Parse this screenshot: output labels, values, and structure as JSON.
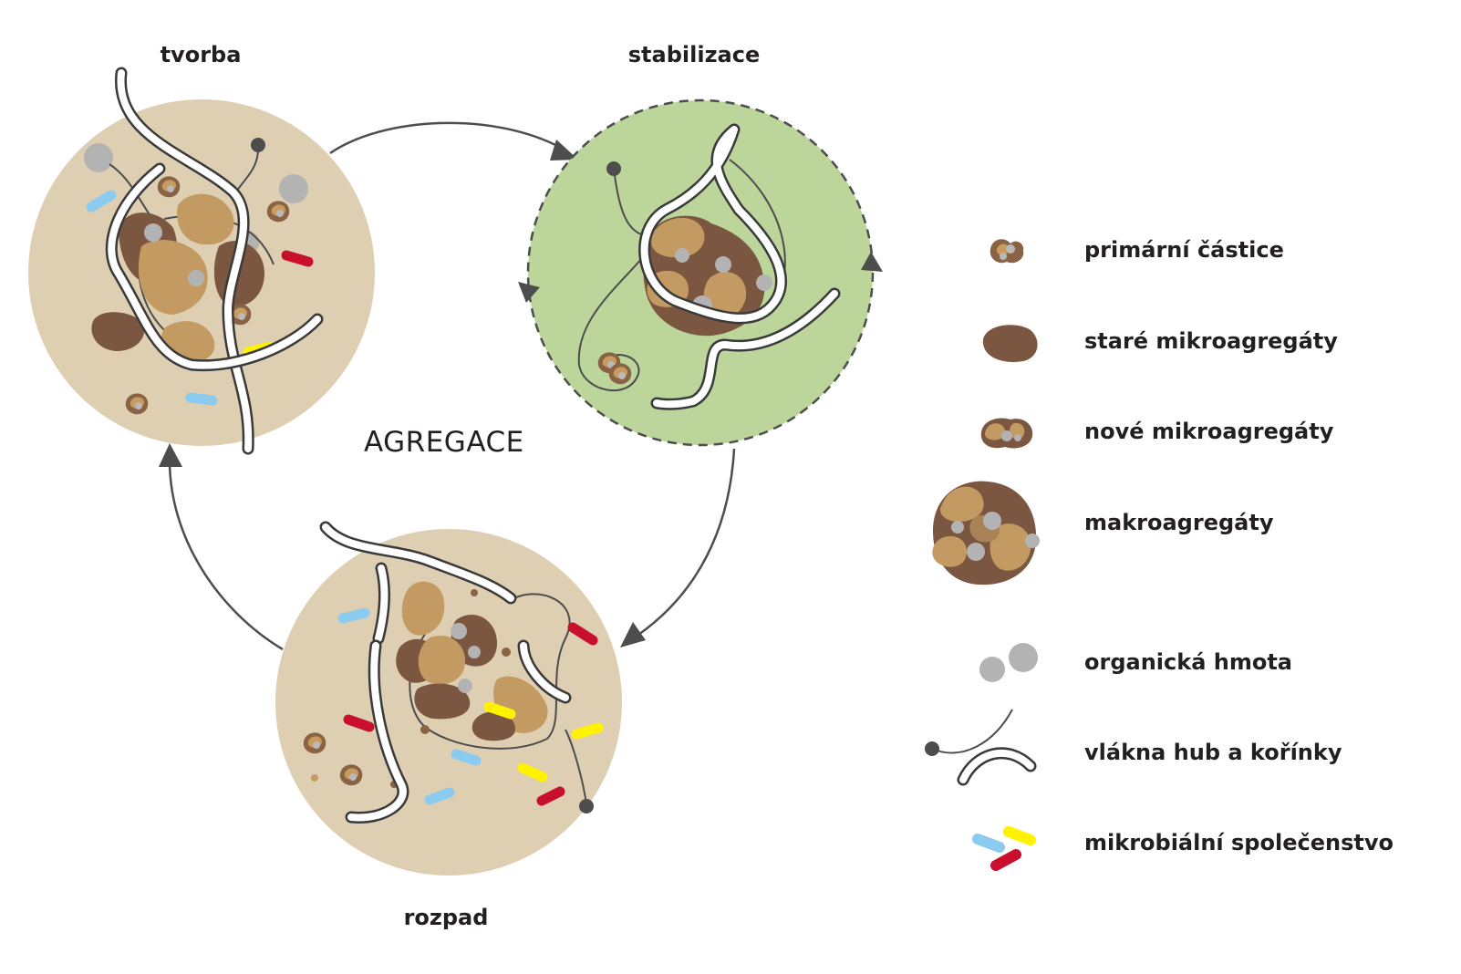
{
  "title": "AGREGACE",
  "stages": {
    "formation": "tvorba",
    "stabilization": "stabilizace",
    "breakdown": "rozpad"
  },
  "legend": [
    {
      "id": "primary",
      "label": "primární částice"
    },
    {
      "id": "old-micro",
      "label": "staré mikroagregáty"
    },
    {
      "id": "new-micro",
      "label": "nové mikroagregáty"
    },
    {
      "id": "macro",
      "label": "makroagregáty"
    },
    {
      "id": "organic",
      "label": "organická hmota"
    },
    {
      "id": "hyphae",
      "label": "vlákna hub a kořínky"
    },
    {
      "id": "microbes",
      "label": "mikrobiální společenstvo"
    }
  ],
  "colors": {
    "soil": "#dfcfb2",
    "stabilized": "#bcd59a",
    "old_aggregate": "#7b5640",
    "new_aggregate": "#c39a62",
    "organic_matter": "#b3b3b3",
    "arrow": "#4d4d4d",
    "microbe_blue": "#8ccbf0",
    "microbe_yellow": "#fff200",
    "microbe_red": "#c8102e"
  }
}
